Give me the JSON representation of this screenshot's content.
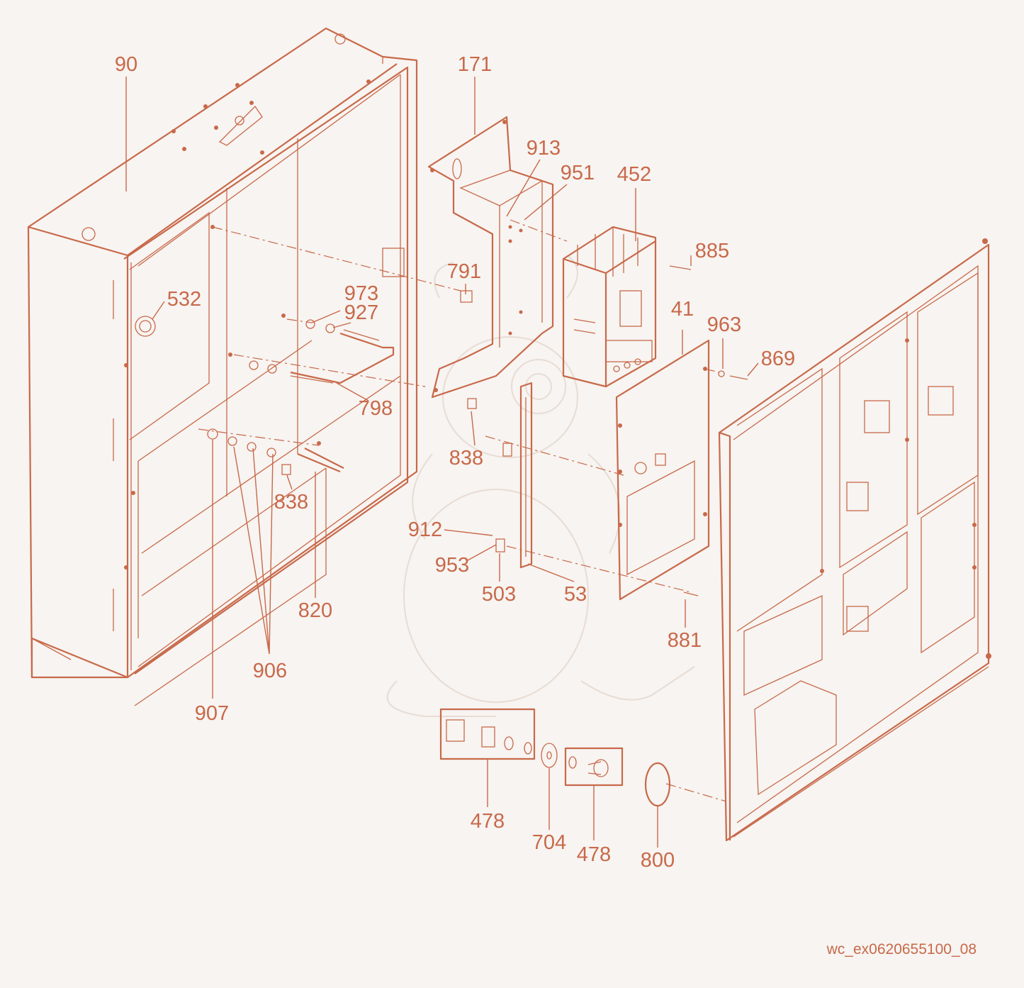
{
  "accent_color": "#c8694a",
  "background_color": "#f7f4f1",
  "callouts": {
    "c90": "90",
    "c171": "171",
    "c913": "913",
    "c951": "951",
    "c452": "452",
    "c885": "885",
    "c791": "791",
    "c532": "532",
    "c973": "973",
    "c927": "927",
    "c41": "41",
    "c963": "963",
    "c869": "869",
    "c798": "798",
    "c838a": "838",
    "c838b": "838",
    "c912": "912",
    "c953": "953",
    "c503": "503",
    "c53": "53",
    "c881": "881",
    "c820": "820",
    "c906": "906",
    "c907": "907",
    "c478a": "478",
    "c704": "704",
    "c478b": "478",
    "c800": "800"
  },
  "drawing_reference": "wc_ex0620655100_08"
}
